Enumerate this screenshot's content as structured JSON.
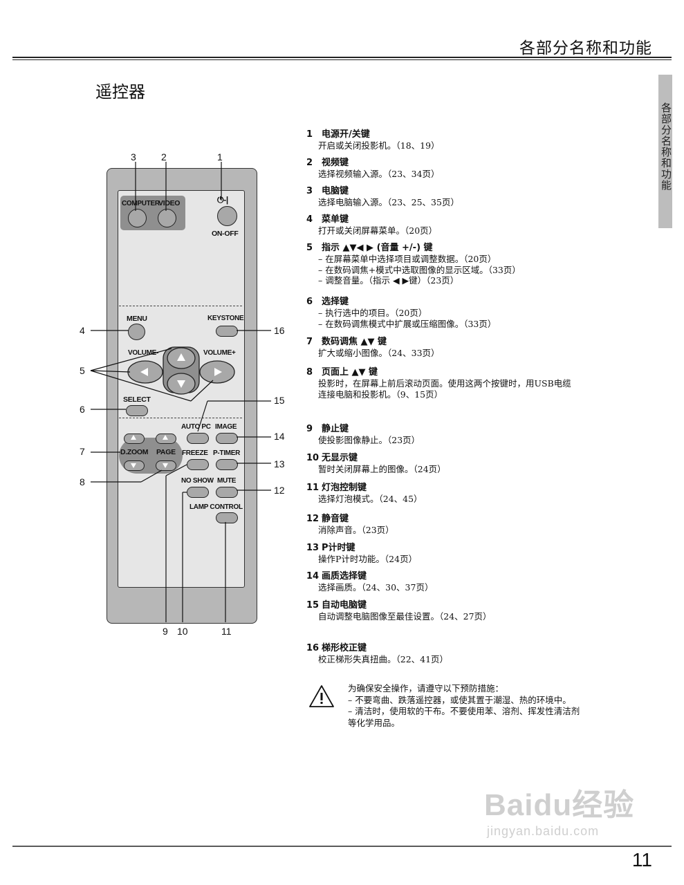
{
  "header": {
    "title": "各部分名称和功能"
  },
  "section_title": "遥控器",
  "side_tab": "各部分名称和功能",
  "remote": {
    "buttons": {
      "computer": "COMPUTER",
      "video": "VIDEO",
      "power_symbol": "⏻-|",
      "on_off": "ON-OFF",
      "menu": "MENU",
      "keystone": "KEYSTONE",
      "volume_minus": "VOLUME-",
      "volume_plus": "VOLUME+",
      "select": "SELECT",
      "auto_pc": "AUTO PC",
      "image": "IMAGE",
      "dzoom": "D.ZOOM",
      "page": "PAGE",
      "freeze": "FREEZE",
      "p_timer": "P-TIMER",
      "no_show": "NO SHOW",
      "mute": "MUTE",
      "lamp_control": "LAMP CONTROL"
    },
    "callouts": {
      "n1": "1",
      "n2": "2",
      "n3": "3",
      "n4": "4",
      "n5": "5",
      "n6": "6",
      "n7": "7",
      "n8": "8",
      "n9": "9",
      "n10": "10",
      "n11": "11",
      "n12": "12",
      "n13": "13",
      "n14": "14",
      "n15": "15",
      "n16": "16"
    }
  },
  "items": [
    {
      "num": "1",
      "title": "电源开/关键",
      "lines": [
        "开启或关闭投影机。（18、19）"
      ]
    },
    {
      "num": "2",
      "title": "视频键",
      "lines": [
        "选择视频输入源。（23、34页）"
      ]
    },
    {
      "num": "3",
      "title": "电脑键",
      "lines": [
        "选择电脑输入源。（23、25、35页）"
      ]
    },
    {
      "num": "4",
      "title": "菜单键",
      "lines": [
        "打开或关闭屏幕菜单。（20页）"
      ]
    },
    {
      "num": "5",
      "title": "指示 ▲▼◀ ▶ (音量 +/-) 键",
      "lines": [
        "– 在屏幕菜单中选择项目或调整数据。（20页）",
        "– 在数码调焦+模式中选取图像的显示区域。（33页）",
        "– 调整音量。（指示 ◀ ▶键）（23页）"
      ]
    },
    {
      "num": "6",
      "title": "选择键",
      "lines": [
        "– 执行选中的项目。（20页）",
        "– 在数码调焦模式中扩展或压缩图像。（33页）"
      ]
    },
    {
      "num": "7",
      "title": "数码调焦 ▲▼ 键",
      "lines": [
        "扩大或缩小图像。（24、33页）"
      ]
    },
    {
      "num": "8",
      "title": "页面上 ▲▼ 键",
      "lines": [
        "投影时，在屏幕上前后滚动页面。使用这两个按键时，用USB电缆",
        "连接电脑和投影机。（9、15页）"
      ]
    },
    {
      "num": "9",
      "title": "静止键",
      "lines": [
        "使投影图像静止。（23页）"
      ]
    },
    {
      "num": "10",
      "title": "无显示键",
      "lines": [
        "暂时关闭屏幕上的图像。（24页）"
      ]
    },
    {
      "num": "11",
      "title": "灯泡控制键",
      "lines": [
        "选择灯泡模式。（24、45）"
      ]
    },
    {
      "num": "12",
      "title": "静音键",
      "lines": [
        "消除声音。（23页）"
      ]
    },
    {
      "num": "13",
      "title": "P计时键",
      "lines": [
        "操作P计时功能。（24页）"
      ]
    },
    {
      "num": "14",
      "title": "画质选择键",
      "lines": [
        "选择画质。（24、30、37页）"
      ]
    },
    {
      "num": "15",
      "title": "自动电脑键",
      "lines": [
        "自动调整电脑图像至最佳设置。（24、27页）"
      ]
    },
    {
      "num": "16",
      "title": "梯形校正键",
      "lines": [
        "校正梯形失真扭曲。（22、41页）"
      ]
    }
  ],
  "warning": {
    "lines": [
      "为确保安全操作，请遵守以下预防措施：",
      "– 不要弯曲、跌落遥控器，或使其置于潮湿、热的环境中。",
      "– 清洁时，使用软的干布。不要使用苯、溶剂、挥发性清洁剂",
      "   等化学用品。"
    ]
  },
  "watermark": {
    "brand": "Baidu经验",
    "url": "jingyan.baidu.com"
  },
  "page_number": "11"
}
